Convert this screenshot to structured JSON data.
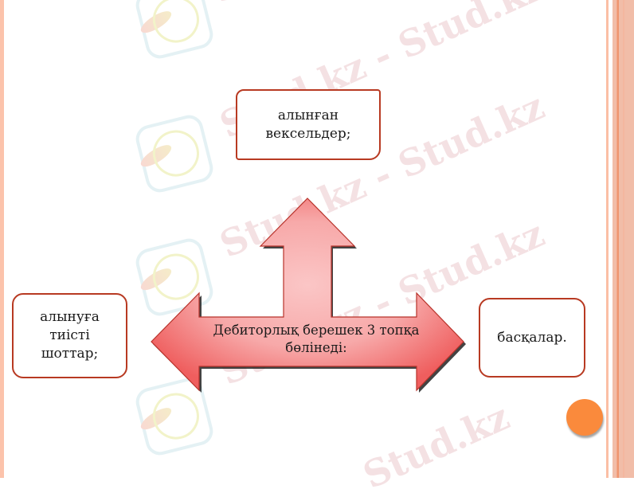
{
  "slide": {
    "background": "#ffffff",
    "accent_color": "#fa8a3c",
    "border_color": "#b83a22",
    "arrow_fill": "#f58a8a"
  },
  "diagram": {
    "center_label": "Дебиторлық берешек 3 топқа\nбөлінеді:",
    "boxes": {
      "top": "алынған\nвексельдер;",
      "left": "алынуға\nтиісті\nшоттар;",
      "right": "басқалар."
    }
  },
  "watermark": {
    "text": "Stud.kz",
    "text_with_dash": "Stud.kz - Stud.kz"
  },
  "decorations": {
    "corner_dot": "orange-circle",
    "right_stripes": "salmon-vertical-stripes",
    "left_stripe": "salmon-vertical-stripe"
  }
}
